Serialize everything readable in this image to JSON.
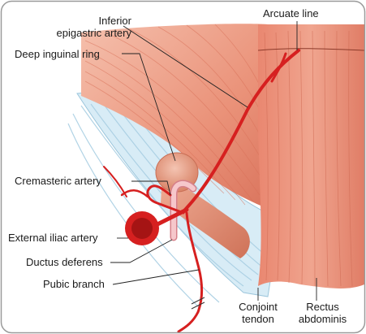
{
  "figure": {
    "labels": {
      "inferior_epigastric_artery": [
        "Inferior",
        "epigastric artery"
      ],
      "deep_inguinal_ring": "Deep inguinal ring",
      "cremasteric_artery": "Cremasteric artery",
      "external_iliac_artery": "External iliac artery",
      "ductus_deferens": "Ductus deferens",
      "pubic_branch": "Pubic branch",
      "arcuate_line": "Arcuate line",
      "conjoint_tendon": [
        "Conjoint",
        "tendon"
      ],
      "rectus_abdominis": [
        "Rectus",
        "abdominis"
      ]
    },
    "colors": {
      "frame": "#9a9a9a",
      "muscle": "#e88a72",
      "muscle_light": "#f2ae98",
      "muscle_fiber": "#c8604a",
      "tendon": "#c9e3f0",
      "tendon_line": "#8fbdd6",
      "artery": "#d61f1f",
      "artery_dark": "#9e1111",
      "ductus": "#f3b6b6",
      "leader": "#222222"
    }
  }
}
